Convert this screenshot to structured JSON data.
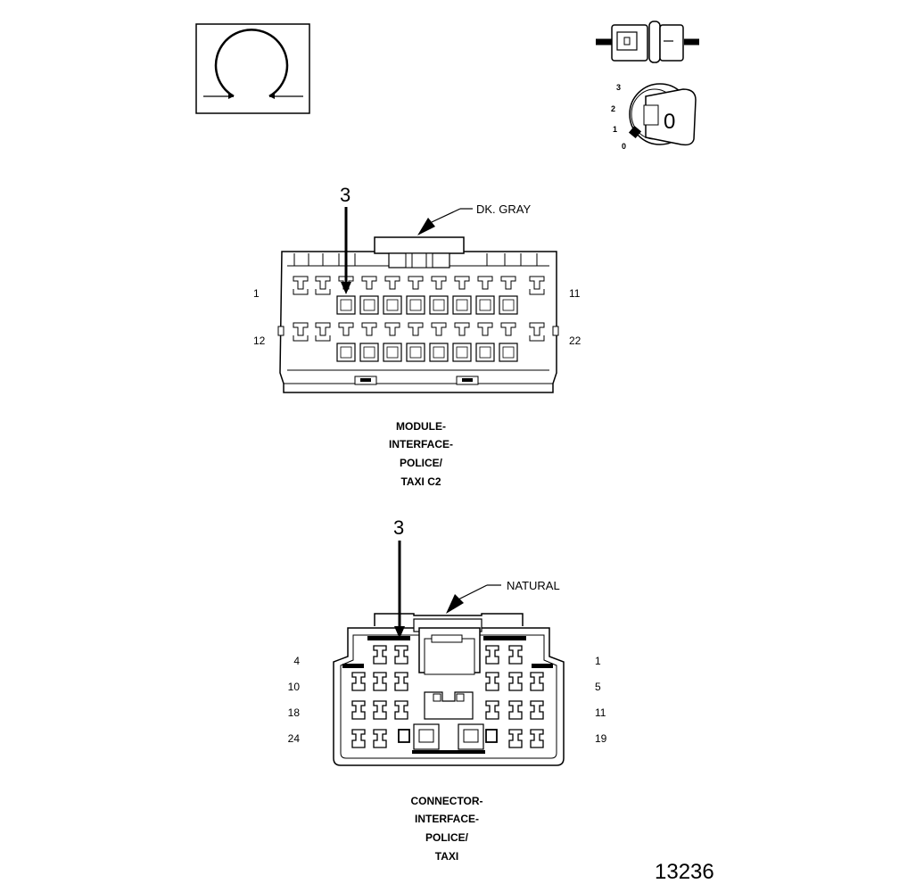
{
  "icons": {
    "ohm": "ohm-symbol-icon",
    "connector_pair": "connector-pair-icon",
    "key_switch": "ignition-key-icon"
  },
  "key_switch": {
    "positions": [
      "3",
      "2",
      "1",
      "0"
    ],
    "key_label": "0"
  },
  "connector_c2": {
    "callout": "3",
    "color_label": "DK. GRAY",
    "pin_top_left": "1",
    "pin_top_right": "11",
    "pin_bottom_left": "12",
    "pin_bottom_right": "22",
    "caption": [
      "MODULE-",
      "INTERFACE-",
      "POLICE/",
      "TAXI C2"
    ]
  },
  "connector_taxi": {
    "callout": "3",
    "color_label": "NATURAL",
    "left_pins": [
      "4",
      "10",
      "18",
      "24"
    ],
    "right_pins": [
      "1",
      "5",
      "11",
      "19"
    ],
    "caption": [
      "CONNECTOR-",
      "INTERFACE-",
      "POLICE/",
      "TAXI"
    ]
  },
  "figure_number": "13236"
}
